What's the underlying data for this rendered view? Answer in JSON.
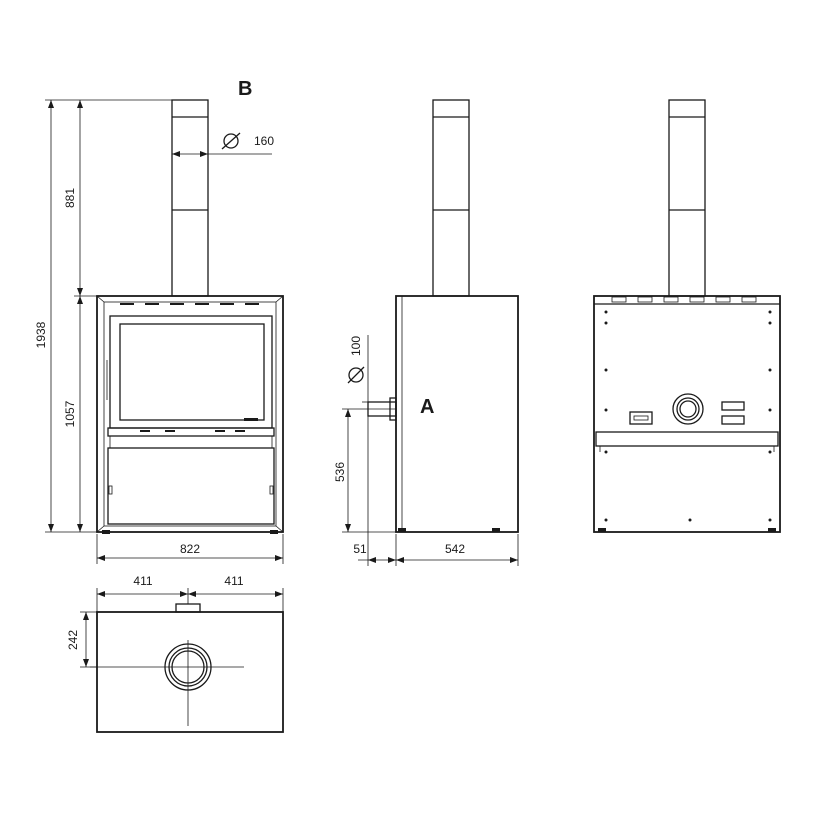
{
  "labels": {
    "view_b": "B",
    "view_a": "A"
  },
  "dimensions": {
    "flue_diameter": "160",
    "flue_height": "881",
    "total_height": "1938",
    "body_height": "1057",
    "width": "822",
    "outlet_diameter": "100",
    "outlet_height": "536",
    "outlet_offset": "51",
    "depth": "542",
    "half_width_left": "411",
    "half_width_right": "411",
    "flue_offset": "242"
  },
  "symbols": {
    "diameter": "⌀"
  }
}
